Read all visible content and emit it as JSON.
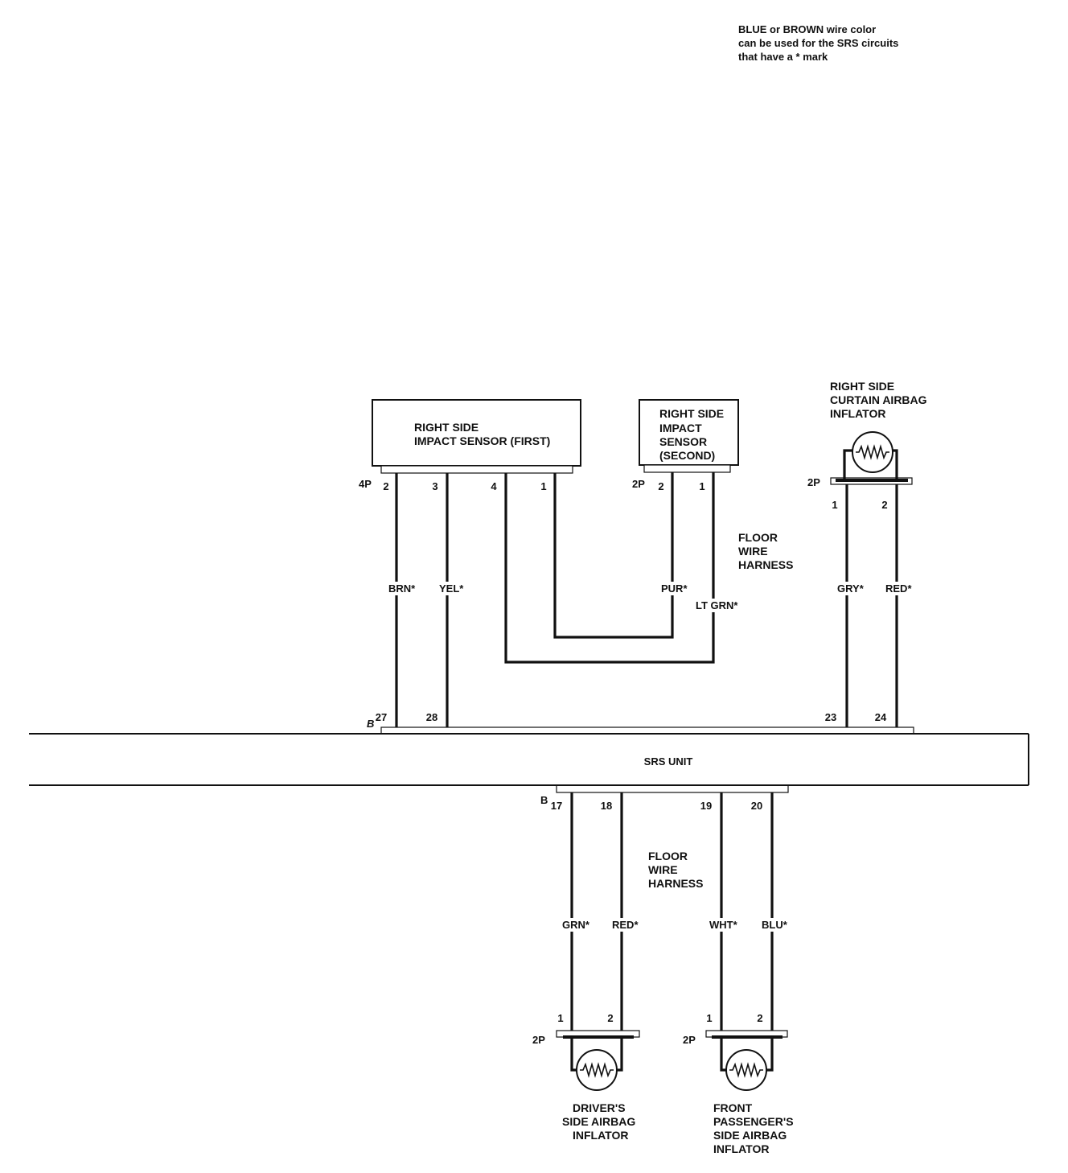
{
  "note": [
    "BLUE or BROWN wire color",
    "can be used for the SRS circuits",
    "that have a * mark"
  ],
  "srs_unit": {
    "label": "SRS UNIT",
    "top_connector": "B",
    "bottom_connector": "B",
    "top_pins": [
      "27",
      "28",
      "23",
      "24"
    ],
    "bottom_pins": [
      "17",
      "18",
      "19",
      "20"
    ]
  },
  "sensor_first": {
    "label": [
      "RIGHT SIDE",
      "IMPACT SENSOR (FIRST)"
    ],
    "connector": "4P",
    "pins": [
      "2",
      "3",
      "4",
      "1"
    ]
  },
  "sensor_second": {
    "label": [
      "RIGHT SIDE",
      "IMPACT",
      "SENSOR",
      "(SECOND)"
    ],
    "connector": "2P",
    "pins": [
      "2",
      "1"
    ]
  },
  "curtain_inflator": {
    "label": [
      "RIGHT SIDE",
      "CURTAIN AIRBAG",
      "INFLATOR"
    ],
    "connector": "2P",
    "pins": [
      "1",
      "2"
    ]
  },
  "driver_inflator": {
    "label": [
      "DRIVER'S",
      "SIDE AIRBAG",
      "INFLATOR"
    ],
    "connector": "2P",
    "pins": [
      "1",
      "2"
    ]
  },
  "passenger_inflator": {
    "label": [
      "FRONT",
      "PASSENGER'S",
      "SIDE AIRBAG",
      "INFLATOR"
    ],
    "connector": "2P",
    "pins": [
      "1",
      "2"
    ]
  },
  "harness_upper": [
    "FLOOR",
    "WIRE",
    "HARNESS"
  ],
  "harness_lower": [
    "FLOOR",
    "WIRE",
    "HARNESS"
  ],
  "wire_colors": {
    "brn": "BRN*",
    "yel": "YEL*",
    "pur": "PUR*",
    "ltgrn": "LT GRN*",
    "gry": "GRY*",
    "red_curtain": "RED*",
    "grn": "GRN*",
    "red_driver": "RED*",
    "wht": "WHT*",
    "blu": "BLU*"
  }
}
